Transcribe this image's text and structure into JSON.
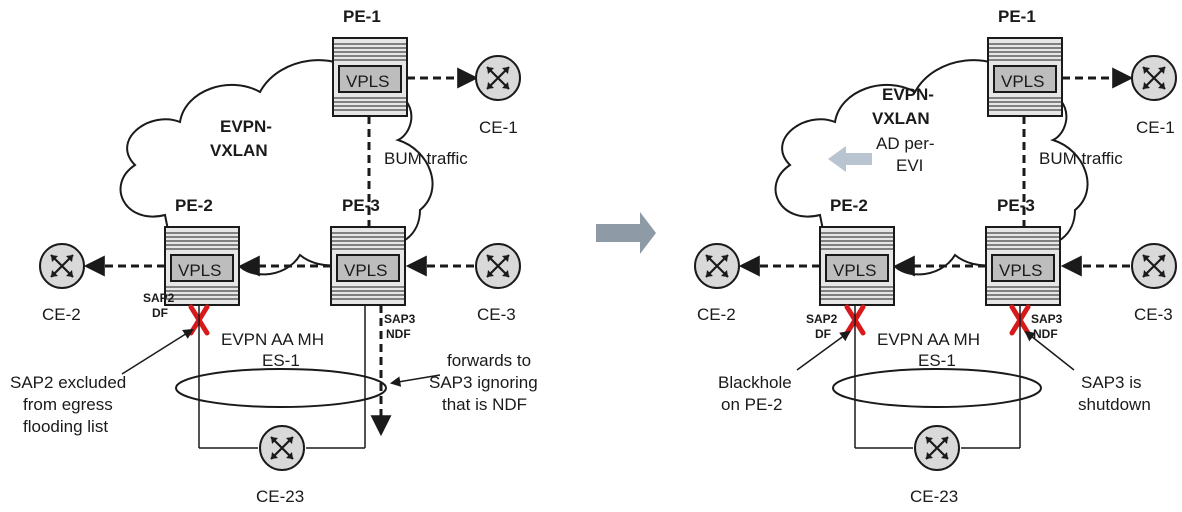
{
  "left": {
    "pe1": "PE-1",
    "pe2": "PE-2",
    "pe3": "PE-3",
    "vpls": "VPLS",
    "cloud_line1": "EVPN-",
    "cloud_line2": "VXLAN",
    "bum": "BUM traffic",
    "ce1": "CE-1",
    "ce2": "CE-2",
    "ce3": "CE-3",
    "ce23": "CE-23",
    "sap2": "SAP2",
    "df": "DF",
    "sap3": "SAP3",
    "ndf": "NDF",
    "es_line1": "EVPN AA MH",
    "es_line2": "ES-1",
    "note_left": [
      "SAP2 excluded",
      "from egress",
      "flooding list"
    ],
    "note_right": [
      "forwards to",
      "SAP3 ignoring",
      "that is NDF"
    ]
  },
  "right": {
    "pe1": "PE-1",
    "pe2": "PE-2",
    "pe3": "PE-3",
    "vpls": "VPLS",
    "cloud_line1": "EVPN-",
    "cloud_line2": "VXLAN",
    "ad_line1": "AD per-",
    "ad_line2": "EVI",
    "bum": "BUM traffic",
    "ce1": "CE-1",
    "ce2": "CE-2",
    "ce3": "CE-3",
    "ce23": "CE-23",
    "sap2": "SAP2",
    "df": "DF",
    "sap3": "SAP3",
    "ndf": "NDF",
    "es_line1": "EVPN AA MH",
    "es_line2": "ES-1",
    "note_left": [
      "Blackhole",
      "on PE-2"
    ],
    "note_right": [
      "SAP3 is",
      "shutdown"
    ]
  },
  "colors": {
    "router_body": "#e6e6e6",
    "vpls_box": "#bdbdbd",
    "fault_x": "#d7191c",
    "arrow_gray": "#b8c4cf"
  }
}
